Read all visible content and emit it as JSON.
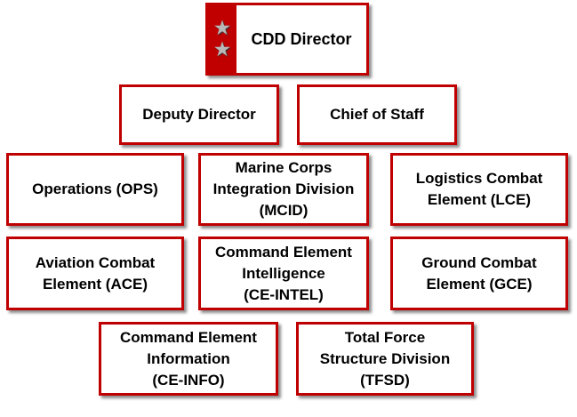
{
  "director": {
    "label": "CDD Director",
    "stars": [
      "★",
      "★"
    ]
  },
  "boxes": [
    {
      "label": "Deputy Director"
    },
    {
      "label": "Chief of Staff"
    },
    {
      "label": "Operations (OPS)"
    },
    {
      "label": "Marine Corps\nIntegration Division\n(MCID)"
    },
    {
      "label": "Logistics Combat\nElement (LCE)"
    },
    {
      "label": "Aviation Combat\nElement (ACE)"
    },
    {
      "label": "Command Element\nIntelligence\n(CE-INTEL)"
    },
    {
      "label": "Ground Combat\nElement (GCE)"
    },
    {
      "label": "Command Element\nInformation\n(CE-INFO)"
    },
    {
      "label": "Total Force\nStructure Division\n(TFSD)"
    }
  ],
  "colors": {
    "accent": "#c00000"
  }
}
